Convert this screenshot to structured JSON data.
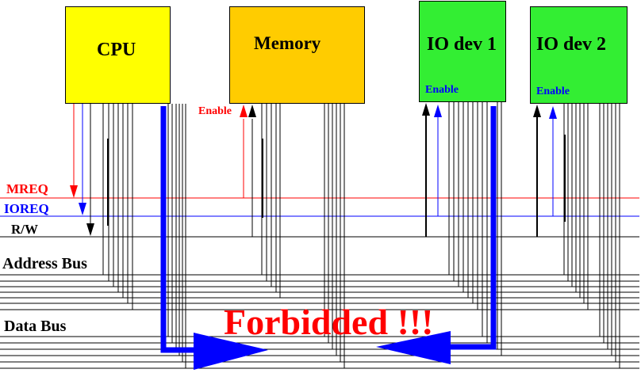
{
  "devices": {
    "cpu": {
      "label": "CPU",
      "color": "#ffff00"
    },
    "memory": {
      "label": "Memory",
      "color": "#ffcc00",
      "enable_label": "Enable"
    },
    "io1": {
      "label": "IO dev 1",
      "color": "#33ee33",
      "enable_label": "Enable"
    },
    "io2": {
      "label": "IO dev 2",
      "color": "#33ee33",
      "enable_label": "Enable"
    }
  },
  "signals": {
    "mreq": {
      "label": "MREQ",
      "color": "#ff0000"
    },
    "ioreq": {
      "label": "IOREQ",
      "color": "#0000ff"
    },
    "rw": {
      "label": "R/W",
      "color": "#000000"
    }
  },
  "buses": {
    "address": {
      "label": "Address Bus"
    },
    "data": {
      "label": "Data Bus"
    }
  },
  "annotation": {
    "text": "Forbidded !!!",
    "color": "#ff0000"
  },
  "arrow_color": "#0000ff"
}
